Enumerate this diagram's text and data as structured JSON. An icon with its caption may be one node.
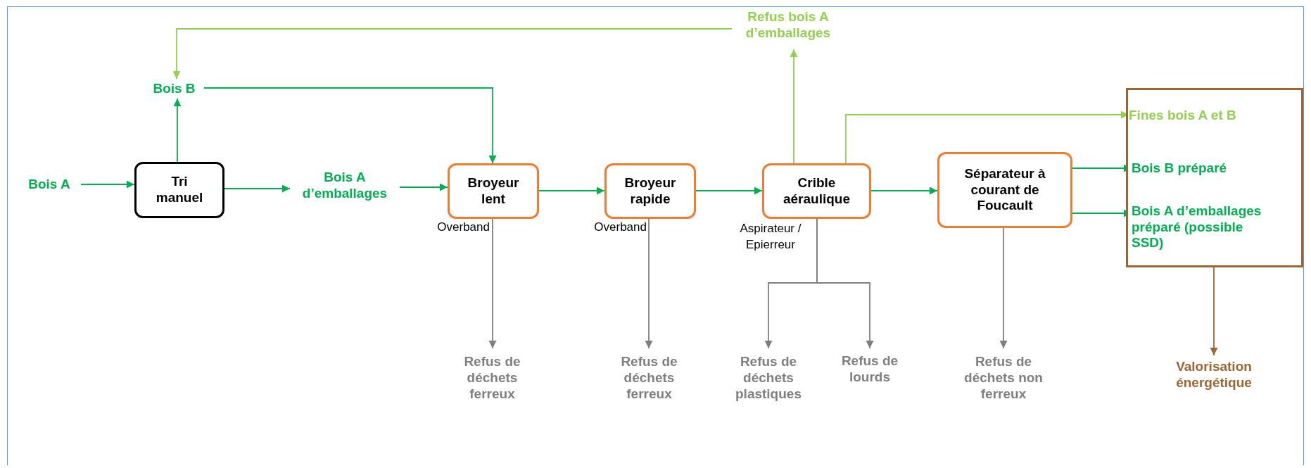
{
  "diagram": {
    "nodes": [
      {
        "text": [
          "Bois A"
        ]
      },
      {
        "text": [
          "Tri manuel"
        ]
      },
      {
        "text": [
          "Bois B"
        ]
      },
      {
        "text": [
          "Bois A d’emballages"
        ]
      },
      {
        "text": [
          "Broyeur lent"
        ]
      },
      {
        "text": [
          "Broyeur rapide"
        ]
      },
      {
        "text": [
          "Crible aéraulique"
        ]
      },
      {
        "text": [
          "Refus bois A d’emballages"
        ]
      },
      {
        "text": [
          "Séparateur à courant de Foucault"
        ]
      },
      {
        "text": [],
        "shape": "box"
      },
      {
        "text": [
          "Fines bois A et B"
        ],
        "in": 9
      },
      {
        "text": [
          "Bois B préparé"
        ],
        "in": 9
      },
      {
        "text": [
          "Bois A d’emballages préparé (possible SSD)"
        ],
        "in": 9
      },
      {
        "text": [
          "Refus de déchets ferreux"
        ]
      },
      {
        "text": [
          "Refus de déchets ferreux"
        ]
      },
      {
        "text": [
          "Refus de déchets plastiques"
        ]
      },
      {
        "text": [
          "Refus de lourds"
        ]
      },
      {
        "text": [
          "Refus de déchets non ferreux"
        ]
      },
      {
        "text": [
          "Valorisation énergétique"
        ]
      }
    ],
    "edges": [
      {
        "from": 0,
        "to": 1,
        "arrow": "to"
      },
      {
        "from": 1,
        "to": 2,
        "arrow": "to"
      },
      {
        "from": 1,
        "to": 3,
        "arrow": "to"
      },
      {
        "from": 3,
        "to": 4,
        "arrow": "to"
      },
      {
        "from": 2,
        "to": 4,
        "arrow": "to"
      },
      {
        "from": 4,
        "to": 5,
        "arrow": "to"
      },
      {
        "from": 5,
        "to": 6,
        "arrow": "to"
      },
      {
        "from": 6,
        "to": 7,
        "arrow": "to",
        "color": "#92d050"
      },
      {
        "from": 7,
        "to": 2,
        "arrow": "to",
        "color": "#92d050"
      },
      {
        "from": 6,
        "to": 10,
        "arrow": "to",
        "color": "#92d050"
      },
      {
        "from": 6,
        "to": 8,
        "arrow": "to"
      },
      {
        "from": 8,
        "to": 11,
        "arrow": "to"
      },
      {
        "from": 8,
        "to": 12,
        "arrow": "to"
      },
      {
        "from": 4,
        "to": 13,
        "arrow": "to",
        "color": "#7f7f7f"
      },
      {
        "from": 5,
        "to": 14,
        "arrow": "to",
        "color": "#7f7f7f"
      },
      {
        "from": 6,
        "to": 15,
        "arrow": "to",
        "color": "#7f7f7f"
      },
      {
        "from": 6,
        "to": 16,
        "arrow": "to",
        "color": "#7f7f7f"
      },
      {
        "from": 8,
        "to": 17,
        "arrow": "to",
        "color": "#7f7f7f"
      },
      {
        "from": 9,
        "to": 18,
        "arrow": "to",
        "color": "#9c6634"
      }
    ],
    "labels": [
      "Overband",
      "Overband",
      "Aspirateur / Epierreur"
    ]
  }
}
